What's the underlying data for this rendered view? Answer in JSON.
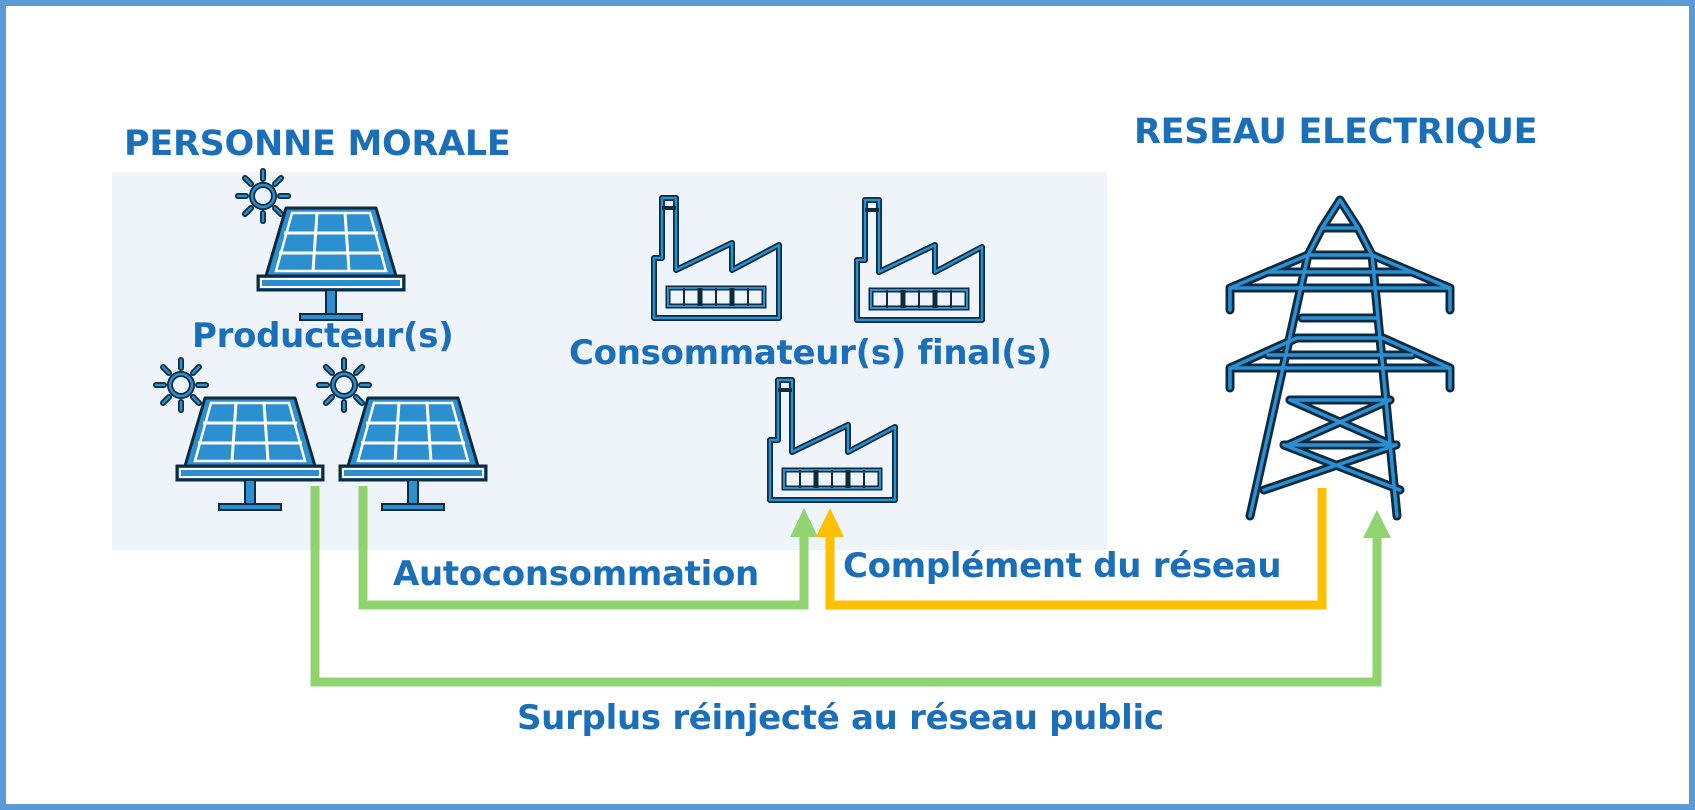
{
  "headings": {
    "legal_entity": "PERSONNE MORALE",
    "grid": "RESEAU ELECTRIQUE"
  },
  "nodes": {
    "producers": "Producteur(s)",
    "consumers": "Consommateur(s) final(s)"
  },
  "flows": {
    "self_consumption": "Autoconsommation",
    "grid_complement": "Complément du réseau",
    "surplus": "Surplus réinjecté au réseau public"
  },
  "icons": [
    "solar-panel-icon",
    "sun-icon",
    "factory-icon",
    "power-pylon-icon"
  ],
  "colors": {
    "frame": "#5b9bd5",
    "text": "#1a6fb8",
    "icon_fill": "#2b8fd0",
    "icon_stroke": "#0d2b40",
    "zone": "#eef4f9",
    "green_flow": "#8fd46e",
    "yellow_flow": "#ffc000"
  }
}
